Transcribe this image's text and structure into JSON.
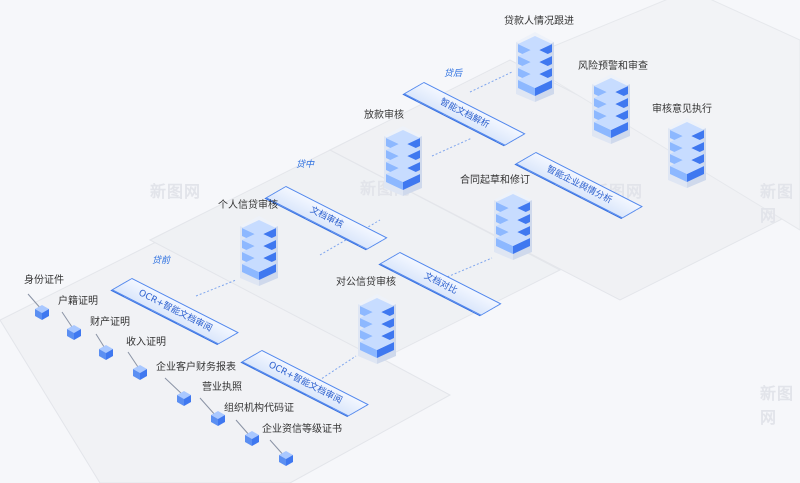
{
  "phases": {
    "pre": "贷前",
    "mid": "贷中",
    "post": "贷后"
  },
  "bars": {
    "ocr_personal": "OCR+智能文档审阅",
    "ocr_corporate": "OCR+智能文档审阅",
    "doc_review": "文档审核",
    "doc_compare": "文档对比",
    "doc_parse": "智能文档解析",
    "corp_analysis": "智能企业舆情分析"
  },
  "documents": [
    "身份证件",
    "户籍证明",
    "财产证明",
    "收入证明",
    "企业客户财务报表",
    "营业执照",
    "组织机构代码证",
    "企业资信等级证书"
  ],
  "nodes": {
    "personal_credit": "个人信贷审核",
    "corporate_credit": "对公信贷审核",
    "loan_review": "放款审核",
    "contract": "合同起草和修订",
    "borrower_tracking": "贷款人情况跟进",
    "risk_warning": "风险预警和审查",
    "opinion_exec": "审核意见执行"
  },
  "watermark": "新图网",
  "colors": {
    "accent": "#2b6fe0",
    "server_light": "#8db8ff",
    "server_dark": "#3f78f0",
    "plate": "#eef0f4"
  }
}
